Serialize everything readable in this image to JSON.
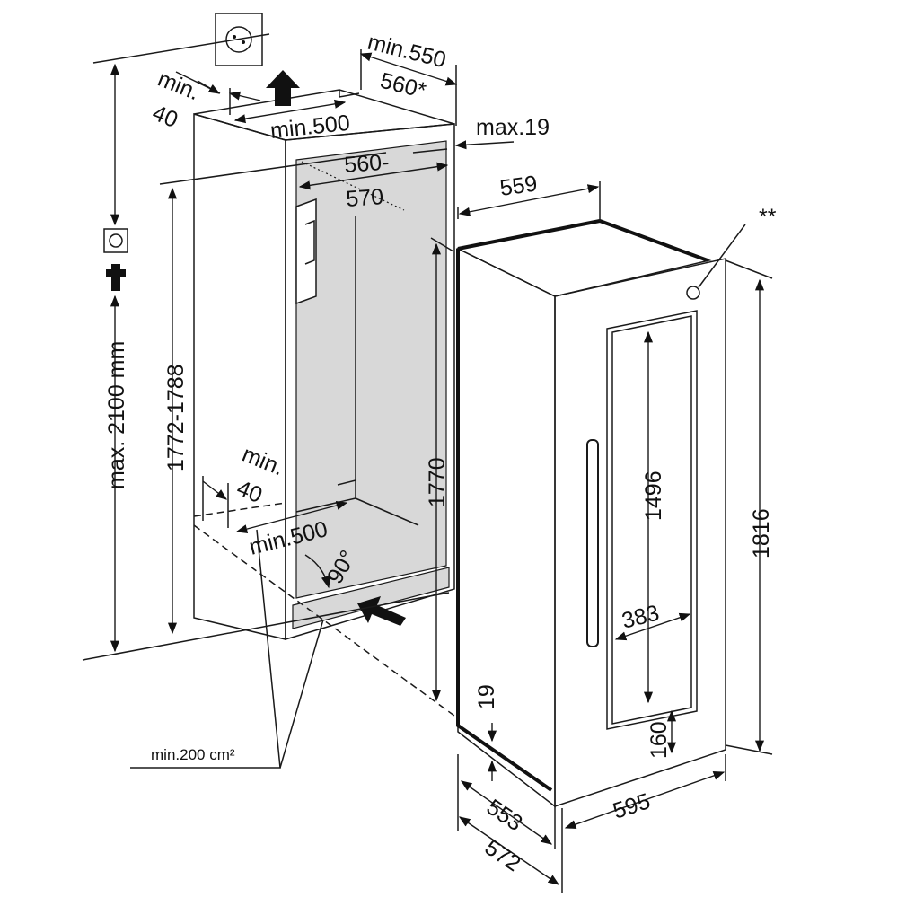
{
  "labels": {
    "min550": "min.550",
    "w560star": "560*",
    "top_min": "min.",
    "top_40": "40",
    "top_min500": "min.500",
    "max19": "max.19",
    "n560": "560-",
    "n570": "570",
    "d559": "559",
    "star2": "**",
    "max2100": "max. 2100 mm",
    "h1772": "1772-1788",
    "h1770": "1770",
    "h1496": "1496",
    "h1816": "1816",
    "w383": "383",
    "bot_min": "min.",
    "bot_40": "40",
    "bot_min500": "min.500",
    "angle90": "90°",
    "d19": "19",
    "d160": "160",
    "vent": "min.200 cm²",
    "d553": "553",
    "d595": "595",
    "d572": "572"
  },
  "colors": {
    "niche_fill": "#d8d8d8",
    "line": "#1a1a1a"
  }
}
